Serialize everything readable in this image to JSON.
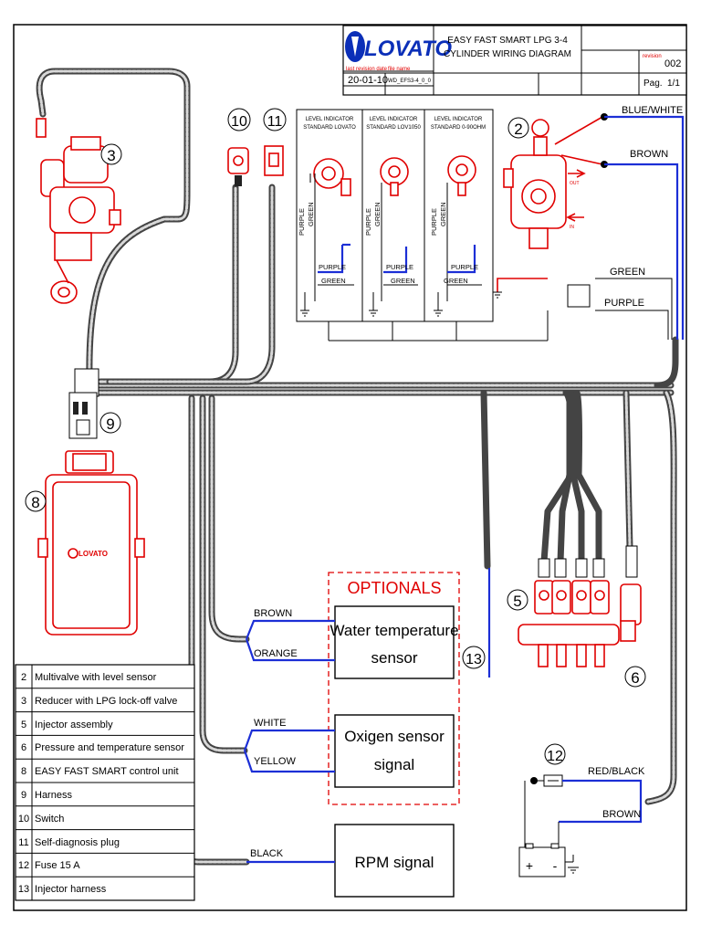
{
  "title_block": {
    "logo_text": "LOVATO",
    "last_revision_date_label": "last revision date",
    "file_name_label": "file name",
    "date": "20-01-10",
    "file_name": "WD_EFS3-4_0_0",
    "title_line1": "EASY FAST SMART LPG 3-4",
    "title_line2": "CYLINDER WIRING DIAGRAM",
    "revision_label": "revision",
    "revision": "002",
    "page_label": "Pag.",
    "page": "1/1"
  },
  "level_indicators": [
    {
      "title1": "LEVEL INDICATOR",
      "title2": "STANDARD LOVATO",
      "v1": "PURPLE",
      "v2": "GREEN",
      "h1": "PURPLE",
      "h2": "GREEN"
    },
    {
      "title1": "LEVEL INDICATOR",
      "title2": "STANDARD LOV1050",
      "v1": "PURPLE",
      "v2": "GREEN",
      "h1": "PURPLE",
      "h2": "GREEN"
    },
    {
      "title1": "LEVEL INDICATOR",
      "title2": "STANDARD 0-90OHM",
      "v1": "PURPLE",
      "v2": "GREEN",
      "h1": "PURPLE",
      "h2": "GREEN"
    }
  ],
  "wire_labels": {
    "blue_white": "BLUE/WHITE",
    "brown_top": "BROWN",
    "green": "GREEN",
    "purple": "PURPLE",
    "brown_water": "BROWN",
    "orange": "ORANGE",
    "white": "WHITE",
    "yellow": "YELLOW",
    "black": "BLACK",
    "red_black": "RED/BLACK",
    "brown_battery": "BROWN"
  },
  "valve_arrows": {
    "out": "OUT",
    "in": "IN"
  },
  "component_numbers": {
    "n2": "2",
    "n3": "3",
    "n5": "5",
    "n6": "6",
    "n8": "8",
    "n9": "9",
    "n10": "10",
    "n11": "11",
    "n12": "12",
    "n13": "13"
  },
  "ecu_logo": "LOVATO",
  "optionals": {
    "title": "OPTIONALS",
    "water_temp_line1": "Water temperature",
    "water_temp_line2": "sensor",
    "oxygen_line1": "Oxigen sensor",
    "oxygen_line2": "signal"
  },
  "rpm_signal": "RPM signal",
  "battery": {
    "plus": "+",
    "minus": "-"
  },
  "legend": [
    {
      "num": "2",
      "text": "Multivalve with level sensor"
    },
    {
      "num": "3",
      "text": "Reducer with LPG lock-off valve"
    },
    {
      "num": "5",
      "text": "Injector assembly"
    },
    {
      "num": "6",
      "text": "Pressure and temperature sensor"
    },
    {
      "num": "8",
      "text": "EASY FAST SMART control unit"
    },
    {
      "num": "9",
      "text": "Harness"
    },
    {
      "num": "10",
      "text": "Switch"
    },
    {
      "num": "11",
      "text": "Self-diagnosis plug"
    },
    {
      "num": "12",
      "text": "Fuse 15 A"
    },
    {
      "num": "13",
      "text": "Injector harness"
    }
  ],
  "colors": {
    "component_red": "#e00000",
    "wire_blue": "#1c2fd6",
    "logo_blue": "#0b2fb8",
    "harness_gray": "#444444"
  }
}
